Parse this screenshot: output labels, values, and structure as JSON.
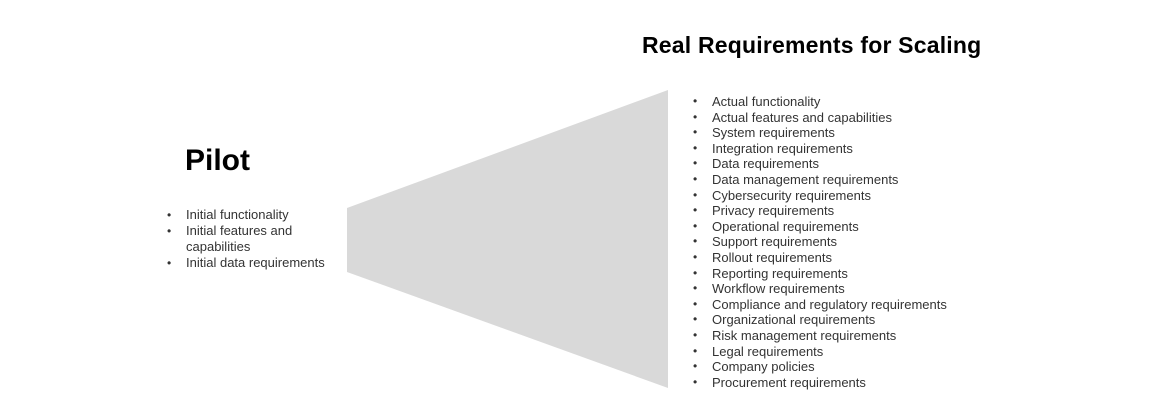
{
  "pilot": {
    "title": "Pilot",
    "items": [
      "Initial functionality",
      "Initial features and capabilities",
      "Initial data requirements"
    ]
  },
  "scaling": {
    "title": "Real Requirements for Scaling",
    "items": [
      "Actual functionality",
      "Actual features and capabilities",
      "System requirements",
      "Integration requirements",
      "Data requirements",
      "Data management requirements",
      "Cybersecurity requirements",
      "Privacy requirements",
      "Operational requirements",
      "Support requirements",
      "Rollout requirements",
      "Reporting requirements",
      "Workflow requirements",
      "Compliance and regulatory requirements",
      "Organizational requirements",
      "Risk management requirements",
      "Legal requirements",
      "Company policies",
      "Procurement requirements"
    ]
  },
  "funnel": {
    "color": "#d9d9d9"
  },
  "bullet": {
    "char": "•"
  },
  "colors": {
    "text": "#333333",
    "title": "#000000",
    "background": "#ffffff"
  }
}
